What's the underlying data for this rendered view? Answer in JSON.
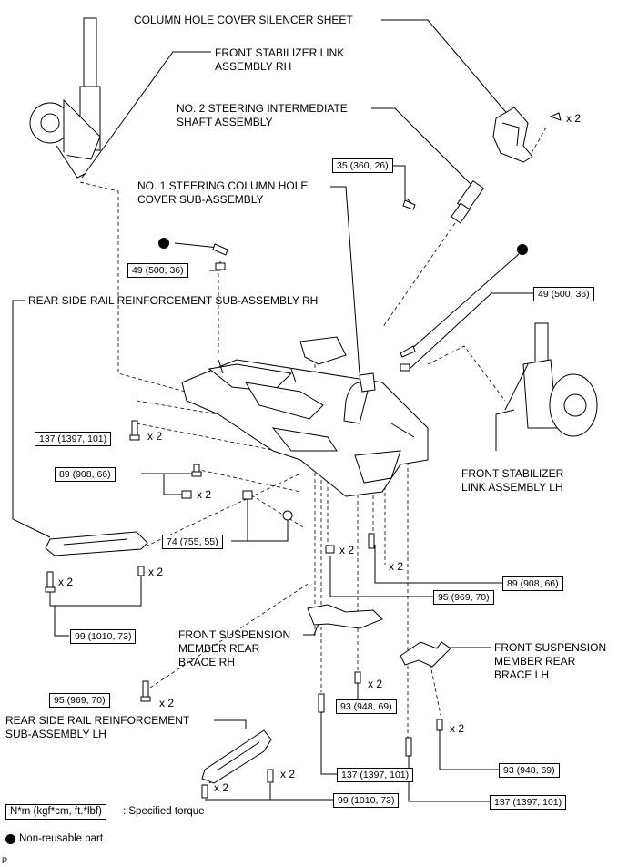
{
  "labels": {
    "column_hole_cover_silencer": "COLUMN HOLE COVER SILENCER SHEET",
    "front_stab_link_rh": "FRONT STABILIZER LINK\nASSEMBLY RH",
    "no2_steering_shaft": "NO. 2 STEERING INTERMEDIATE\nSHAFT ASSEMBLY",
    "no1_column_hole_cover": "NO. 1 STEERING COLUMN HOLE\nCOVER SUB-ASSEMBLY",
    "rear_rail_rh": "REAR SIDE RAIL REINFORCEMENT SUB-ASSEMBLY RH",
    "front_stab_link_lh": "FRONT STABILIZER\nLINK ASSEMBLY LH",
    "brace_rh": "FRONT SUSPENSION\nMEMBER REAR\nBRACE RH",
    "brace_lh": "FRONT SUSPENSION\nMEMBER REAR\nBRACE LH",
    "rear_rail_lh": "REAR SIDE RAIL REINFORCEMENT\nSUB-ASSEMBLY LH"
  },
  "torques": {
    "t35": "35 (360, 26)",
    "t49_left": "49 (500, 36)",
    "t49_right": "49 (500, 36)",
    "t137_left": "137 (1397, 101)",
    "t89_left": "89 (908, 66)",
    "t74": "74 (755, 55)",
    "t99_top": "99 (1010, 73)",
    "t89_right": "89 (908, 66)",
    "t95_right": "95 (969, 70)",
    "t95_left": "95 (969, 70)",
    "t93_mid": "93 (948, 69)",
    "t93_right": "93 (948, 69)",
    "t137_mid": "137 (1397, 101)",
    "t137_right": "137 (1397, 101)",
    "t99_bottom": "99 (1010, 73)"
  },
  "quantities": {
    "x2": "x 2"
  },
  "legend": {
    "torque_box": "N*m (kgf*cm, ft.*lbf)",
    "torque_text": ": Specified torque",
    "nonreusable_text": "Non-reusable part"
  },
  "figure_code": "P"
}
